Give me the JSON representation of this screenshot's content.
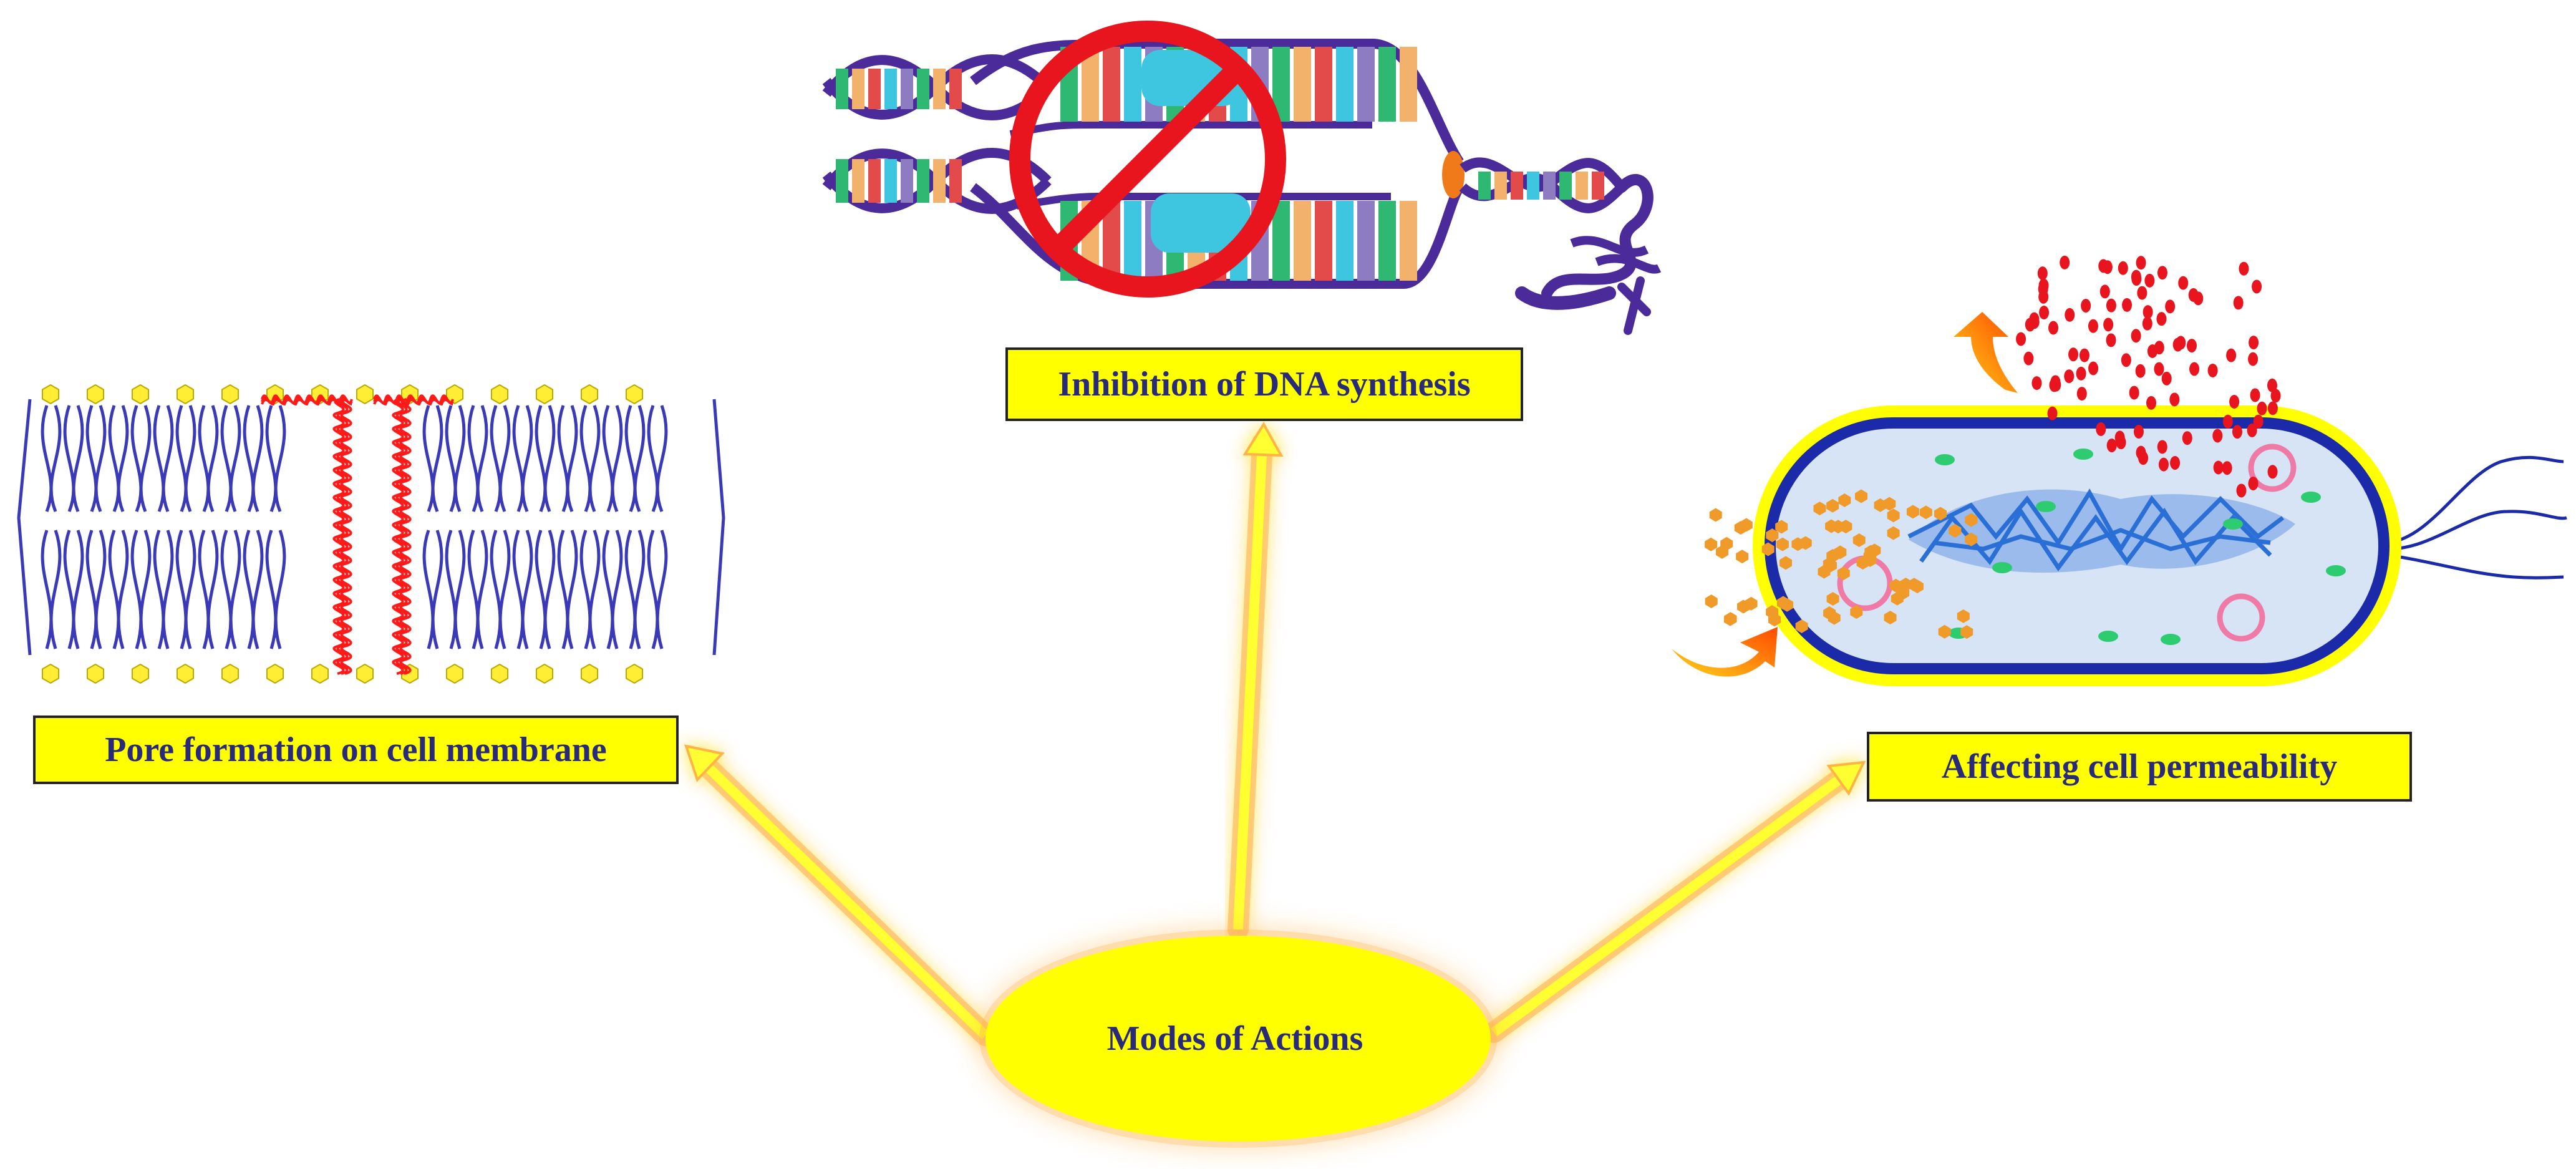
{
  "center": {
    "label": "Modes of Actions"
  },
  "mechanisms": [
    {
      "label": "Pore formation on cell membrane",
      "illustration": "lipid-bilayer-with-peptide-pore"
    },
    {
      "label": "Inhibition of DNA synthesis",
      "illustration": "dna-replication-fork-with-prohibition-sign"
    },
    {
      "label": "Affecting cell permeability",
      "illustration": "bacterial-cell-with-leaking-particles"
    }
  ],
  "colors": {
    "background": "#ffffff",
    "label_fill": "#ffff00",
    "label_text": "#2a2a7a",
    "arrow_fill": "#ffff33",
    "arrow_glow": "#ffb347",
    "membrane": "#3a3ab8",
    "headgroup": "#ffee33",
    "peptide": "#ff1a1a",
    "dna_backbone": "#4b2a9a",
    "prohibition": "#e8141e",
    "cell_wall": "#ffff00",
    "cell_membrane": "#1a2aa8",
    "cytoplasm": "#d6e4f6",
    "nucleoid": "#2a6fd6",
    "leak_particle": "#e8141e",
    "entering_particle": "#f09a2a"
  }
}
